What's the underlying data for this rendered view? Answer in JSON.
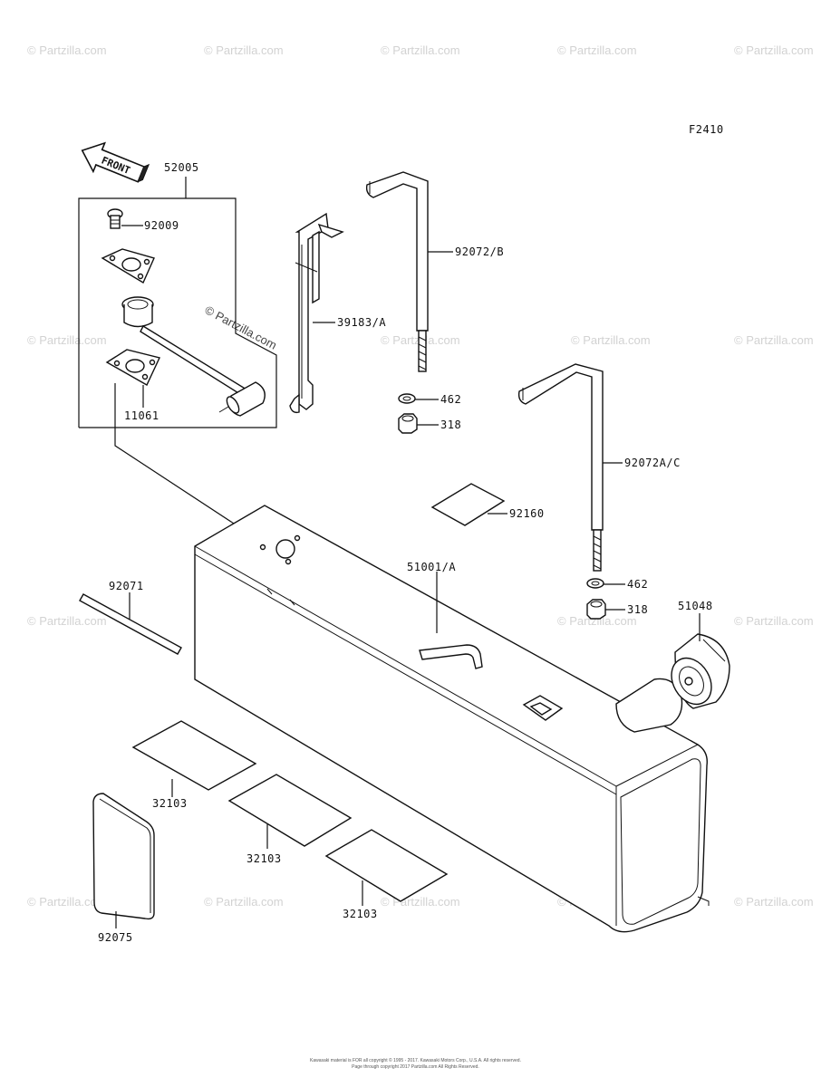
{
  "figure_code": "F2410",
  "front_label": "FRONT",
  "watermarks": [
    "© Partzilla.com"
  ],
  "parts": {
    "assembly": "52005",
    "bolt": "92009",
    "gauge": "11061",
    "bracket": "39183/A",
    "strap_b": "92072/B",
    "strap_c": "92072A/C",
    "washer_1": "462",
    "nut_1": "318",
    "washer_2": "462",
    "nut_2": "318",
    "pad_small": "92160",
    "tank": "51001/A",
    "cap": "51048",
    "band": "92071",
    "pad_1": "32103",
    "pad_2": "32103",
    "pad_3": "32103",
    "pad_side": "92075"
  },
  "footer_lines": [
    "Kawasaki material is FOR all copyright © 1995 - 2017. Kawasaki Motors Corp., U.S.A. All rights reserved.",
    "Page through copyright 2017 Partzilla.com All Rights Reserved."
  ]
}
